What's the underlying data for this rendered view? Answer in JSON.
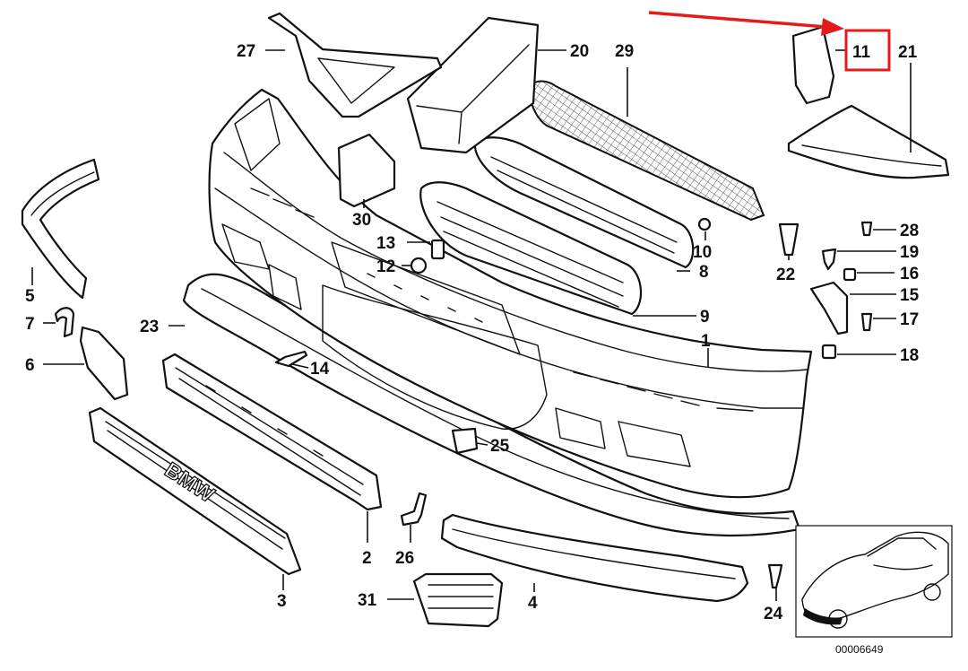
{
  "diagram": {
    "callouts": [
      {
        "id": "c1",
        "label": "1"
      },
      {
        "id": "c2",
        "label": "2"
      },
      {
        "id": "c3",
        "label": "3"
      },
      {
        "id": "c4",
        "label": "4"
      },
      {
        "id": "c5",
        "label": "5"
      },
      {
        "id": "c6",
        "label": "6"
      },
      {
        "id": "c7",
        "label": "7"
      },
      {
        "id": "c8",
        "label": "8"
      },
      {
        "id": "c9",
        "label": "9"
      },
      {
        "id": "c10",
        "label": "10"
      },
      {
        "id": "c11",
        "label": "11"
      },
      {
        "id": "c12",
        "label": "12"
      },
      {
        "id": "c13",
        "label": "13"
      },
      {
        "id": "c14",
        "label": "14"
      },
      {
        "id": "c15",
        "label": "15"
      },
      {
        "id": "c16",
        "label": "16"
      },
      {
        "id": "c17",
        "label": "17"
      },
      {
        "id": "c18",
        "label": "18"
      },
      {
        "id": "c19",
        "label": "19"
      },
      {
        "id": "c20",
        "label": "20"
      },
      {
        "id": "c21",
        "label": "21"
      },
      {
        "id": "c22",
        "label": "22"
      },
      {
        "id": "c23",
        "label": "23"
      },
      {
        "id": "c24",
        "label": "24"
      },
      {
        "id": "c25",
        "label": "25"
      },
      {
        "id": "c26",
        "label": "26"
      },
      {
        "id": "c27",
        "label": "27"
      },
      {
        "id": "c28",
        "label": "28"
      },
      {
        "id": "c29",
        "label": "29"
      },
      {
        "id": "c30",
        "label": "30"
      },
      {
        "id": "c31",
        "label": "31"
      }
    ],
    "highlighted_callout": "11",
    "highlight_color": "#e41b1b",
    "emblem_text": "BMW",
    "reference_number": "00006649"
  }
}
